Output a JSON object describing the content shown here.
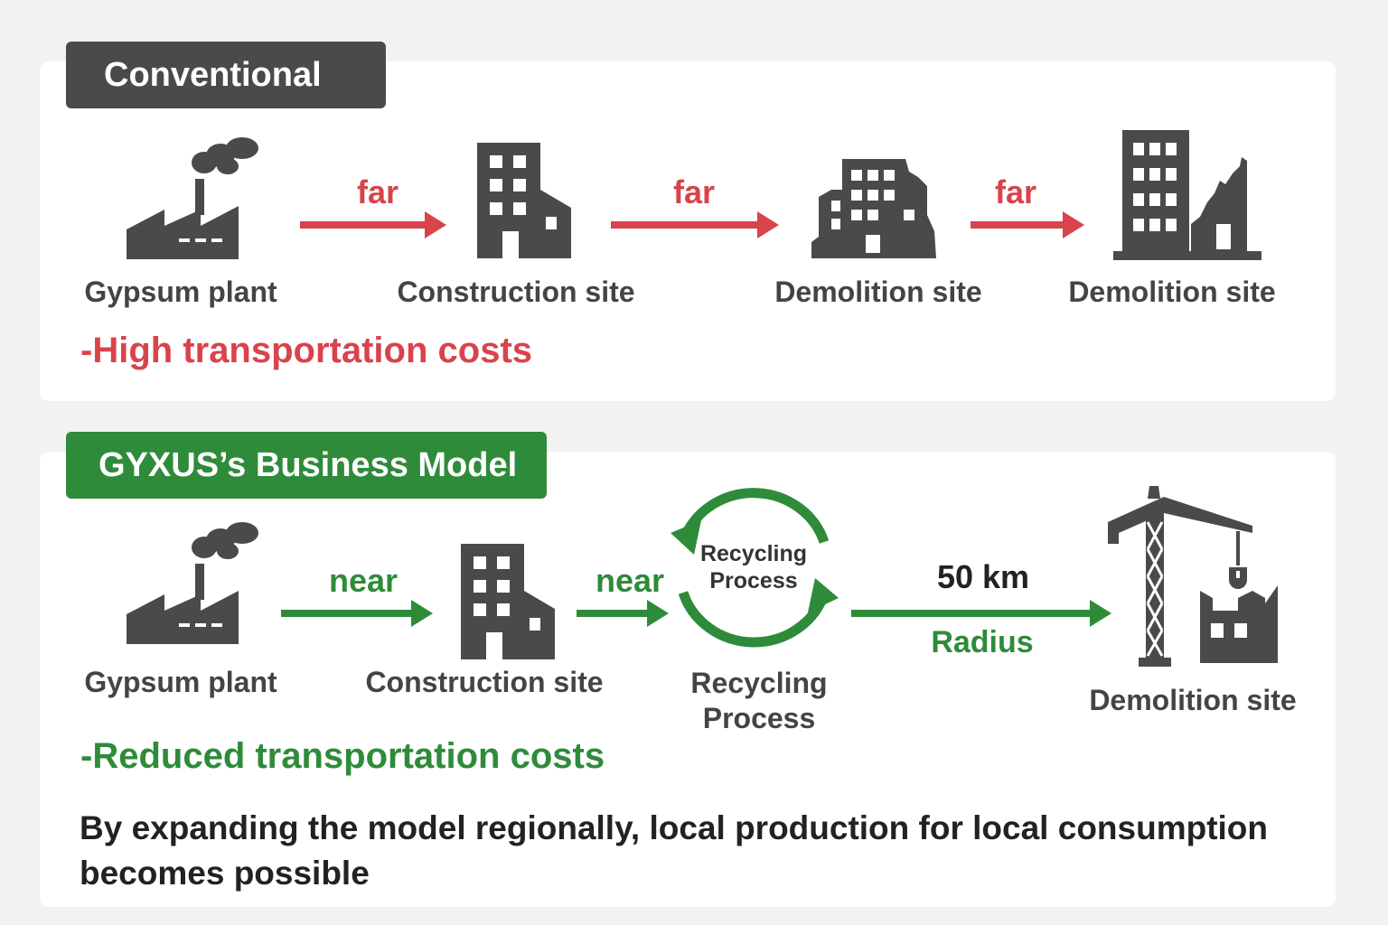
{
  "conventional": {
    "tag": "Conventional",
    "nodes": [
      "Gypsum plant",
      "Construction site",
      "Demolition site",
      "Demolition site"
    ],
    "arrows": [
      "far",
      "far",
      "far"
    ],
    "note": "-High transportation costs"
  },
  "gyxus": {
    "tag": "GYXUS’s Business Model",
    "nodes": [
      "Gypsum plant",
      "Construction site",
      "Recycling\nProcess",
      "Demolition site"
    ],
    "arrows": [
      "near",
      "near"
    ],
    "cycle_label": "Recycling\nProcess",
    "distance": "50 km",
    "distance_sub": "Radius",
    "note": "-Reduced transportation costs"
  },
  "footer": "By expanding the model regionally,  local production for local consumption becomes possible",
  "colors": {
    "dark": "#4a4a4a",
    "red": "#d9434b",
    "green": "#2e8b3a",
    "tag_dark": "#4a4a4a",
    "tag_green": "#2e8b3a"
  },
  "icons": [
    "factory-icon",
    "office-building-icon",
    "damaged-building-icon",
    "ruined-building-icon",
    "recycle-cycle-icon",
    "crane-demolition-icon"
  ]
}
